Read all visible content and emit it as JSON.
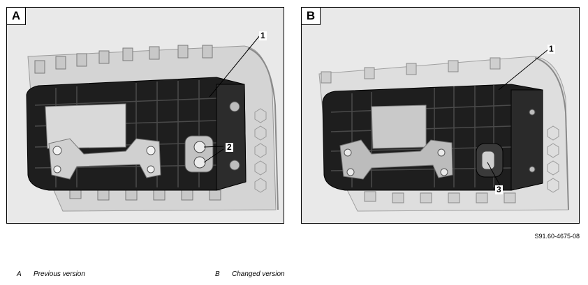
{
  "panels": [
    {
      "letter": "A",
      "callouts": [
        "1",
        "2"
      ]
    },
    {
      "letter": "B",
      "callouts": [
        "1",
        "3"
      ]
    }
  ],
  "reference": "S91.60-4675-08",
  "legend": [
    {
      "key": "A",
      "text": "Previous version"
    },
    {
      "key": "B",
      "text": "Changed version"
    }
  ]
}
